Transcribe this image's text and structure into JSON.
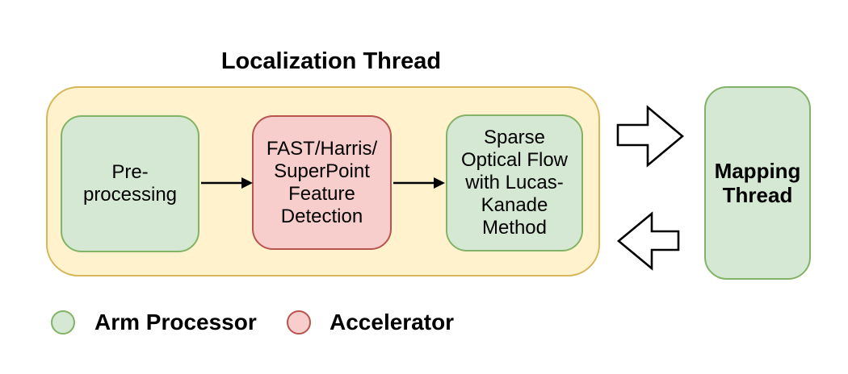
{
  "colors": {
    "green_fill": "#d5e8d4",
    "green_stroke": "#82b366",
    "red_fill": "#f8cecc",
    "red_stroke": "#b85450",
    "yellow_fill": "#fff2cc",
    "yellow_stroke": "#d6b656",
    "connector": "#000000",
    "block_arrow_fill": "#ffffff",
    "block_arrow_stroke": "#000000",
    "text": "#000000"
  },
  "localization_thread": {
    "title": "Localization Thread",
    "steps": [
      {
        "id": "preprocessing",
        "label": "Pre-\nprocessing",
        "processor": "arm"
      },
      {
        "id": "feature-detection",
        "label": "FAST/Harris/\nSuperPoint\nFeature\nDetection",
        "processor": "accelerator"
      },
      {
        "id": "optical-flow",
        "label": "Sparse\nOptical Flow\nwith Lucas-\nKanade\nMethod",
        "processor": "arm"
      }
    ]
  },
  "mapping_thread": {
    "label": "Mapping\nThread",
    "processor": "arm"
  },
  "flow": {
    "internal_arrows": [
      {
        "from": "preprocessing",
        "to": "feature-detection"
      },
      {
        "from": "feature-detection",
        "to": "optical-flow"
      }
    ],
    "block_arrows": [
      {
        "direction": "right",
        "from": "localization-thread",
        "to": "mapping-thread"
      },
      {
        "direction": "left",
        "from": "mapping-thread",
        "to": "localization-thread"
      }
    ]
  },
  "legend": {
    "items": [
      {
        "id": "arm-processor",
        "label": "Arm Processor",
        "swatch_fill": "#d5e8d4",
        "swatch_border": "#82b366"
      },
      {
        "id": "accelerator",
        "label": "Accelerator",
        "swatch_fill": "#f8cecc",
        "swatch_border": "#b85450"
      }
    ]
  }
}
